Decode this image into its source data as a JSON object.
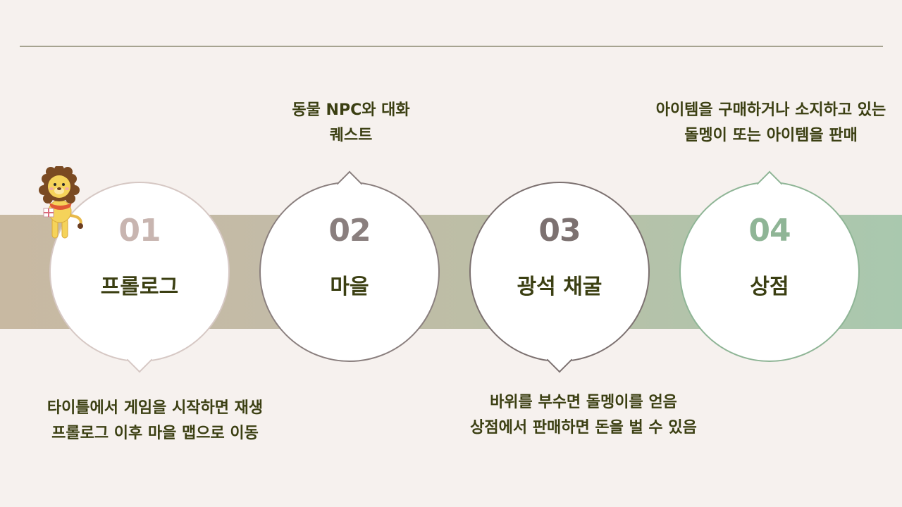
{
  "steps": [
    {
      "number": "01",
      "title": "프롤로그",
      "color": "#c8b5b0",
      "caption": [
        "타이틀에서 게임을 시작하면 재생",
        "프롤로그 이후 마을 맵으로 이동"
      ]
    },
    {
      "number": "02",
      "title": "마을",
      "color": "#8a7f7e",
      "caption": [
        "동물 NPC와 대화",
        "퀘스트"
      ]
    },
    {
      "number": "03",
      "title": "광석 채굴",
      "color": "#7c7170",
      "caption": [
        "바위를 부수면 돌멩이를 얻음",
        "상점에서 판매하면 돈을 벌 수 있음"
      ]
    },
    {
      "number": "04",
      "title": "상점",
      "color": "#8fb596",
      "caption": [
        "아이템을 구매하거나 소지하고 있는",
        "돌멩이 또는 아이템을 판매"
      ]
    }
  ],
  "icons": {
    "mascot": "lion-mascot-icon"
  }
}
